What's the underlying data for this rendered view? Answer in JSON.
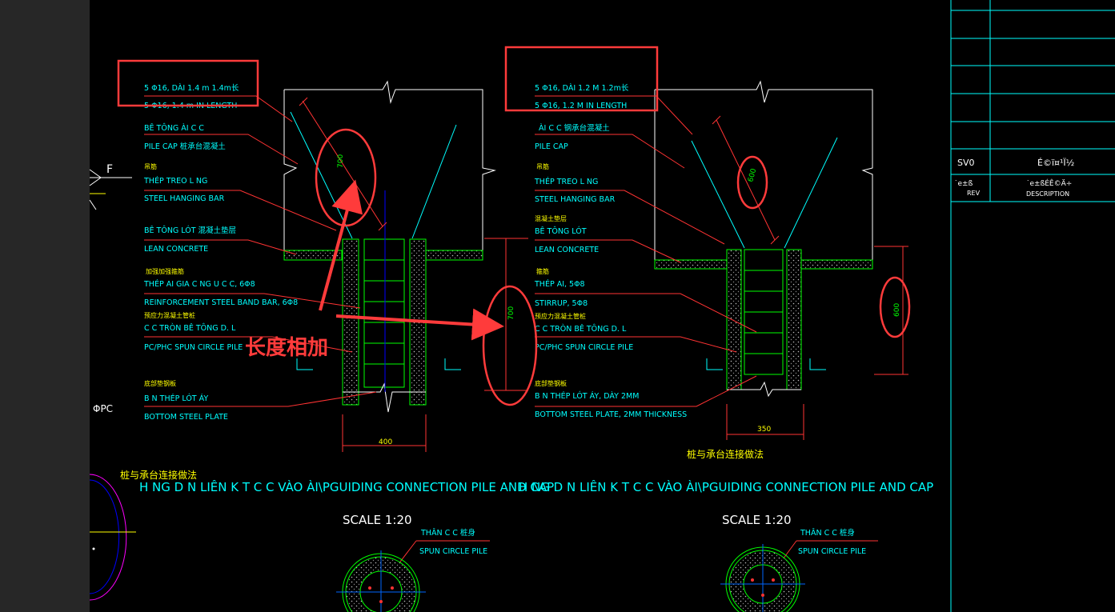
{
  "left_drawing": {
    "callouts": [
      "5 Φ16, DÀI 1.4 m    1.4m长",
      "5 Φ16, 1.4 m IN LENGTH",
      "BÊ TÔNG  ÀI C C",
      "PILE CAP    桩承台混凝土",
      "吊筋",
      "THÉP TREO L NG",
      "STEEL HANGING BAR",
      "BÊ TÔNG LÓT    混凝土垫层",
      "LEAN CONCRETE",
      "加强加强箍筋",
      "THÉP  AI GIA C  NG    U C C, 6Φ8",
      "REINFORCEMENT STEEL BAND BAR, 6Φ8",
      "预应力混凝土管桩",
      "C C TRÒN BÊ TÔNG D.  L",
      "PC/PHC SPUN CIRCLE PILE",
      "底部垫钢板",
      "B N THÉP LÓT   ÁY",
      "BOTTOM STEEL PLATE"
    ],
    "dim_diagonal": "700",
    "dim_vertical": "700",
    "dim_width": "400"
  },
  "right_drawing": {
    "callouts": [
      "5 Φ16, DÀI 1.2 M    1.2m长",
      "5 Φ16, 1.2 M IN LENGTH",
      "ÀI C C    钢承台混凝土",
      "PILE CAP",
      "吊筋",
      "THÉP TREO L NG",
      "STEEL HANGING BAR",
      "混凝土垫层",
      "BÊ TÔNG LÓT",
      "LEAN CONCRETE",
      "箍筋",
      "THÉP  AI, 5Φ8",
      "STIRRUP, 5Φ8",
      "预应力混凝土管桩",
      "C C TRÒN BÊ TÔNG D.  L",
      "PC/PHC SPUN CIRCLE PILE",
      "底部垫钢板",
      "B N THÉP LÓT   ÁY, DÀY 2MM",
      "BOTTOM STEEL PLATE, 2MM THICKNESS"
    ],
    "dim_diagonal": "600",
    "dim_vertical": "600",
    "dim_width": "350",
    "caption_cn": "桩与承台连接做法"
  },
  "left_caption_cn": "桩与承台连接做法",
  "section_marker": "F",
  "left_label": "ΦPC",
  "titles": {
    "left_title": "H   NG D N LIÊN K T C C VÀO   ÀI\\PGUIDING CONNECTION PILE AND CAP",
    "right_title": "H   NG D N LIÊN K T C C VÀO   ÀI\\PGUIDING CONNECTION PILE AND CAP",
    "scale_left": "SCALE 1:20",
    "scale_right": "SCALE 1:20"
  },
  "bottom_labels": {
    "than_left": "THÂN C C    桩身",
    "spun_left": "SPUN CIRCLE PILE",
    "than_right": "THÂN C C    桩身",
    "spun_right": "SPUN CIRCLE PILE"
  },
  "annotation": {
    "text": "长度相加",
    "color": "#ff3b3b"
  },
  "title_block": {
    "row1_code": "SV0",
    "row1_desc": "É©ï¤¹Ï½",
    "rev_top": "˙e±ß",
    "rev": "REV",
    "desc_top": "˙e±ßÉÊ©Ä÷",
    "description": "DESCRIPTION"
  }
}
